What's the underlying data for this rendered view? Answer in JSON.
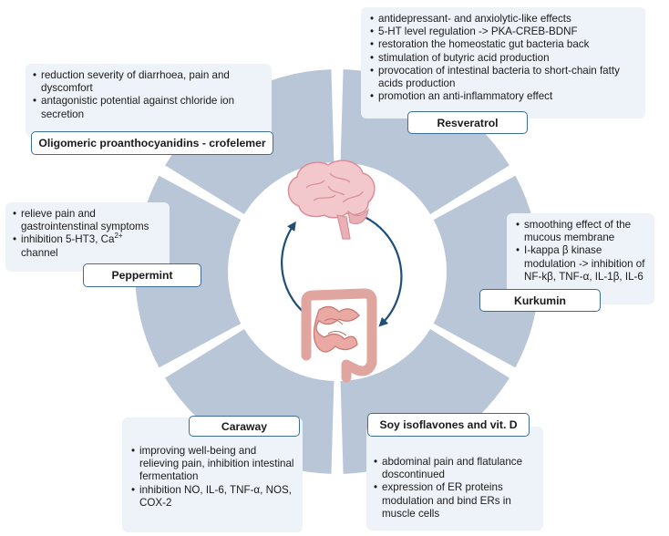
{
  "colors": {
    "ring": "#b9c6d8",
    "panel": "#eef3f9",
    "label_border": "#3f6d99",
    "arrow": "#1f4e79"
  },
  "icons": {
    "center_top": "brain-icon",
    "center_bottom": "intestine-icon"
  },
  "sections": {
    "resveratrol": {
      "label": "Resveratrol",
      "effects": [
        "antidepressant- and anxiolytic-like effects",
        "5-HT level regulation -> PKA-CREB-BDNF",
        "restoration the homeostatic gut bacteria back",
        "stimulation of butyric acid production",
        "provocation of intestinal bacteria to short-chain fatty acids production",
        "promotion an anti-inflammatory effect"
      ]
    },
    "opc": {
      "label": "Oligomeric proanthocyanidins - crofelemer",
      "effects": [
        "reduction severity of diarrhoea, pain and dyscomfort",
        "antagonistic potential against chloride ion secretion"
      ]
    },
    "peppermint": {
      "label": "Peppermint",
      "effects": [
        "relieve pain and gastrointenstinal symptoms"
      ],
      "effect2_text": "inhibition 5-HT3, Ca",
      "effect2_sup": "2+",
      "effect2_tail": " channel"
    },
    "kurkumin": {
      "label": "Kurkumin",
      "effects": [
        "smoothing effect of the mucous membrane",
        "I-kappa β kinase modulation -> inhibition of NF-kβ, TNF-α, IL-1β, IL-6"
      ]
    },
    "caraway": {
      "label": "Caraway",
      "effects": [
        "improving well-being and relieving pain, inhibition intestinal fermentation",
        "inhibition NO, IL-6, TNF-α, NOS, COX-2"
      ]
    },
    "soy": {
      "label": "Soy isoflavones and vit. D",
      "effects": [
        "abdominal pain and flatulance doscontinued",
        "expression of ER proteins modulation and bind ERs in muscle cells"
      ]
    }
  }
}
